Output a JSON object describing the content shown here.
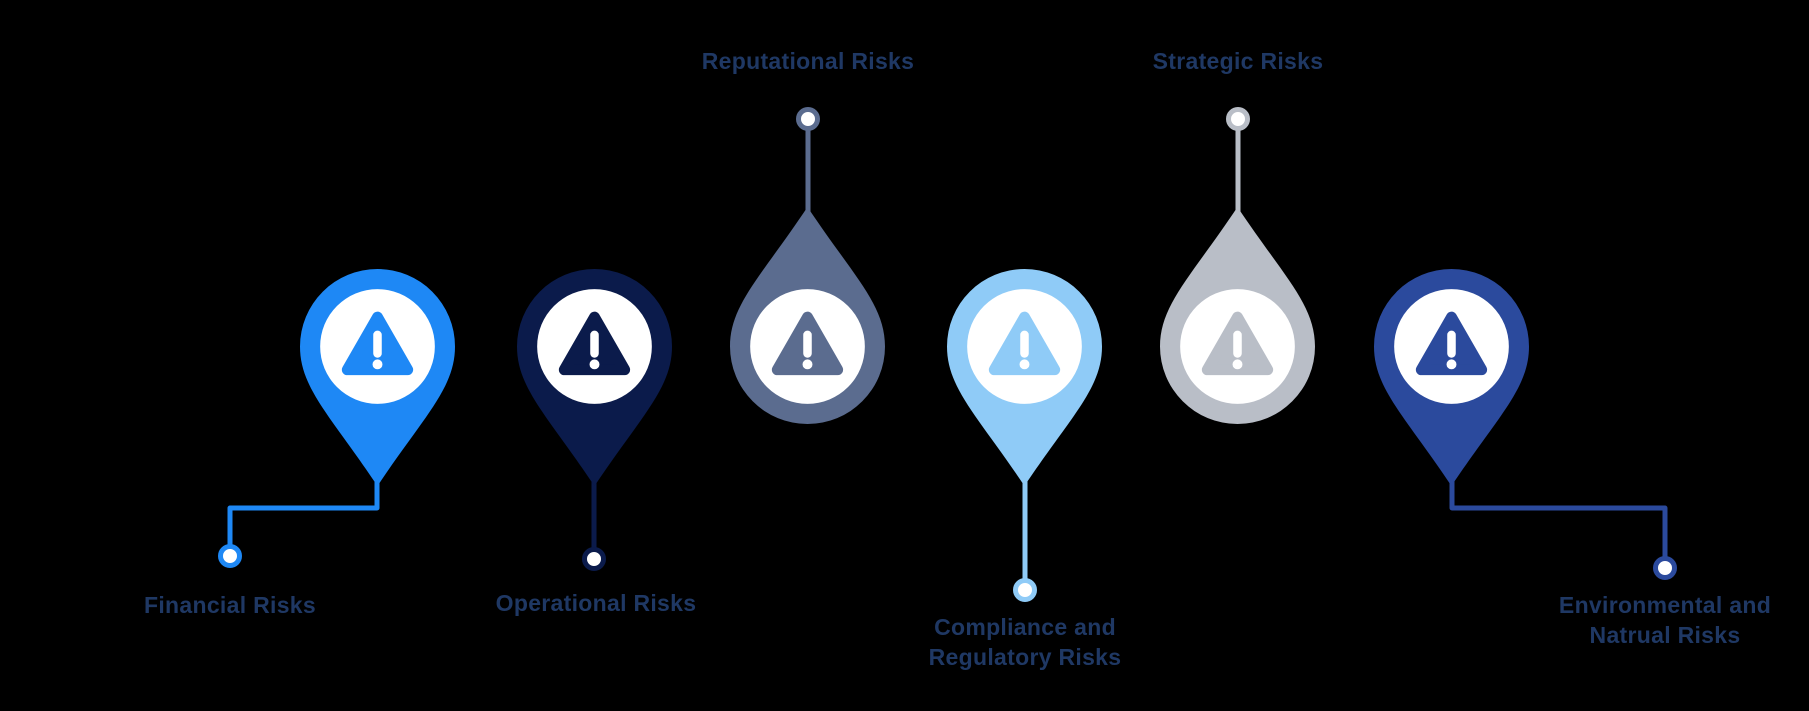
{
  "background_color": "#000000",
  "text_color": "#1F3864",
  "items": [
    {
      "id": "financial-risks",
      "lines": [
        "Financial Risks"
      ],
      "color": "#1E88F5",
      "pin_direction": "down",
      "label_position": "bottom-left",
      "icon": "warning-triangle-icon"
    },
    {
      "id": "operational-risks",
      "lines": [
        "Operational Risks"
      ],
      "color": "#0B1B4B",
      "pin_direction": "down",
      "label_position": "bottom",
      "icon": "warning-triangle-icon"
    },
    {
      "id": "reputational-risks",
      "lines": [
        "Reputational Risks"
      ],
      "color": "#5B6C8F",
      "pin_direction": "up",
      "label_position": "top",
      "icon": "warning-triangle-icon"
    },
    {
      "id": "compliance-regulatory-risks",
      "lines": [
        "Compliance and",
        "Regulatory Risks"
      ],
      "color": "#8FCBF7",
      "pin_direction": "down",
      "label_position": "bottom",
      "icon": "warning-triangle-icon"
    },
    {
      "id": "strategic-risks",
      "lines": [
        "Strategic Risks"
      ],
      "color": "#B9BEC7",
      "pin_direction": "up",
      "label_position": "top",
      "icon": "warning-triangle-icon"
    },
    {
      "id": "environmental-natural-risks",
      "lines": [
        "Environmental and",
        "Natrual Risks"
      ],
      "color": "#2B4A9D",
      "pin_direction": "down",
      "label_position": "bottom-right",
      "icon": "warning-triangle-icon"
    }
  ]
}
